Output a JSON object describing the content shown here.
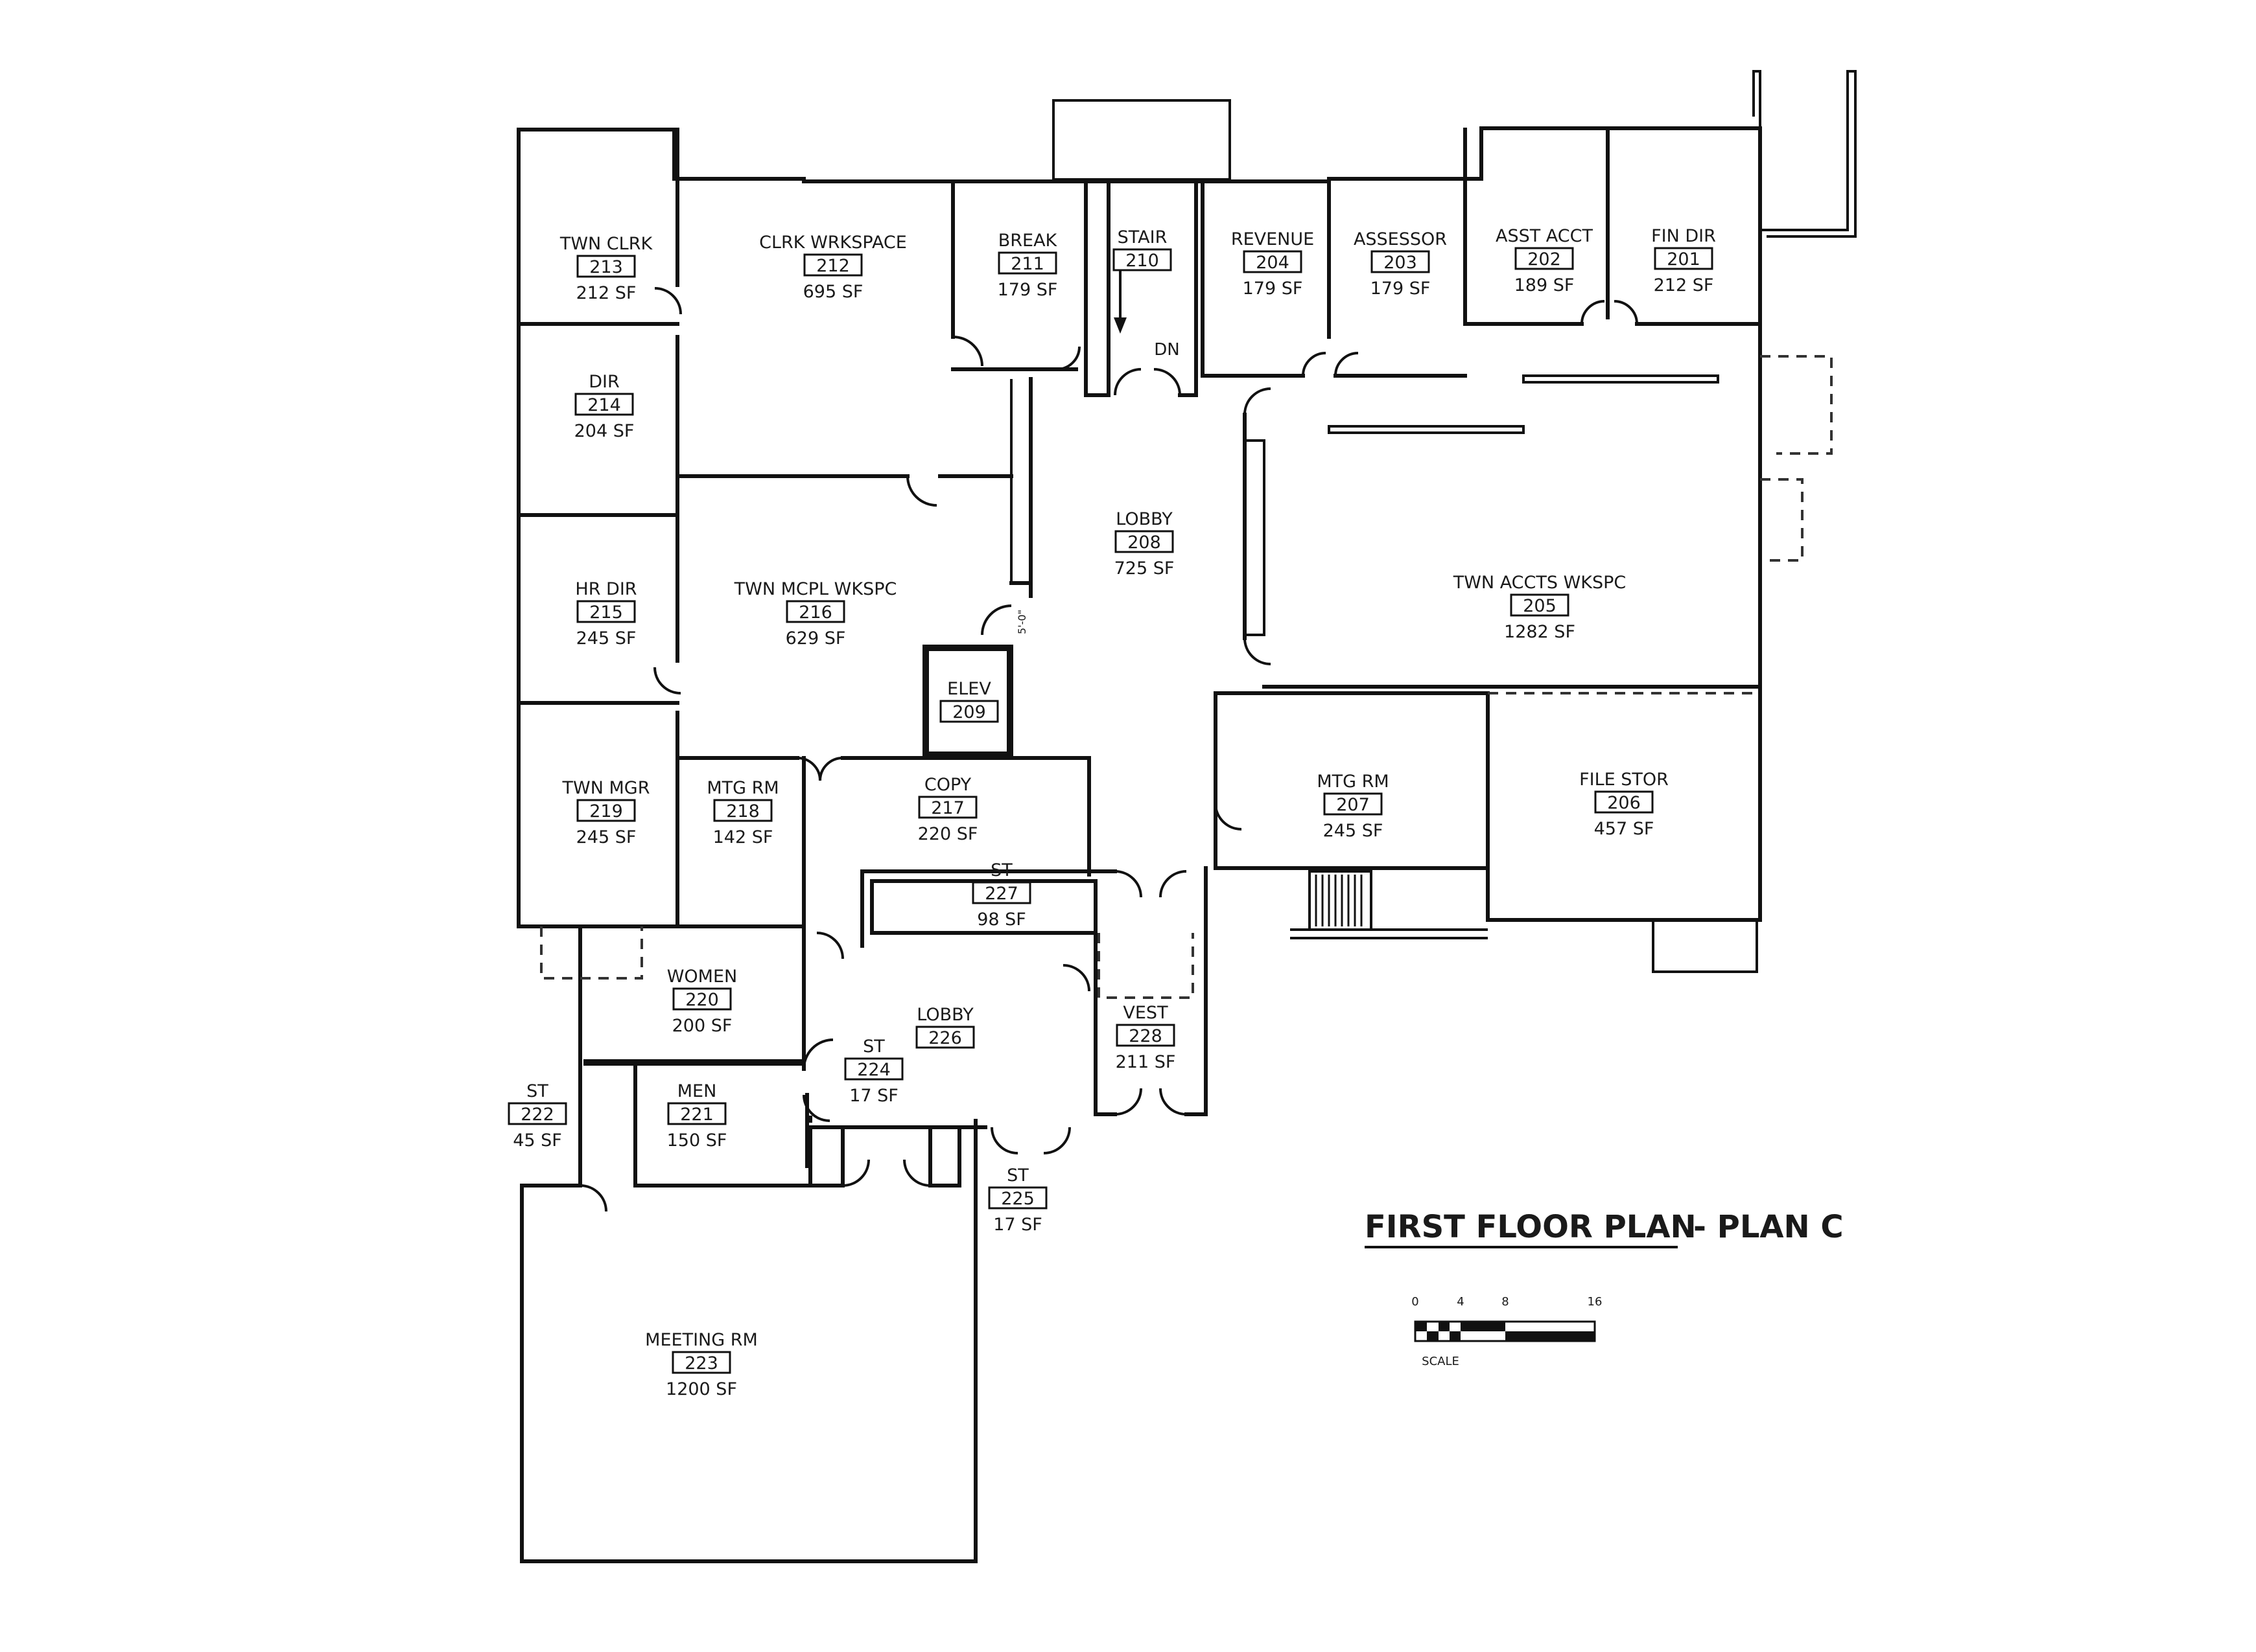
{
  "title": "FIRST FLOOR PLAN",
  "subtitle": "- PLAN C",
  "scale": {
    "label": "SCALE",
    "ticks": [
      "0",
      "4",
      "8",
      "16"
    ]
  },
  "dimension_note": "5'-0\"",
  "stair_dn": "DN",
  "rooms": [
    {
      "id": "213",
      "name": "TWN CLRK",
      "num": "213",
      "area": "212 SF"
    },
    {
      "id": "212",
      "name": "CLRK WRKSPACE",
      "num": "212",
      "area": "695 SF"
    },
    {
      "id": "211",
      "name": "BREAK",
      "num": "211",
      "area": "179 SF"
    },
    {
      "id": "210",
      "name": "STAIR",
      "num": "210",
      "area": ""
    },
    {
      "id": "204",
      "name": "REVENUE",
      "num": "204",
      "area": "179 SF"
    },
    {
      "id": "203",
      "name": "ASSESSOR",
      "num": "203",
      "area": "179 SF"
    },
    {
      "id": "202",
      "name": "ASST ACCT",
      "num": "202",
      "area": "189 SF"
    },
    {
      "id": "201",
      "name": "FIN DIR",
      "num": "201",
      "area": "212 SF"
    },
    {
      "id": "214",
      "name": "DIR",
      "num": "214",
      "area": "204 SF"
    },
    {
      "id": "208",
      "name": "LOBBY",
      "num": "208",
      "area": "725 SF"
    },
    {
      "id": "215",
      "name": "HR DIR",
      "num": "215",
      "area": "245 SF"
    },
    {
      "id": "216",
      "name": "TWN MCPL WKSPC",
      "num": "216",
      "area": "629 SF"
    },
    {
      "id": "205",
      "name": "TWN ACCTS WKSPC",
      "num": "205",
      "area": "1282 SF"
    },
    {
      "id": "209",
      "name": "ELEV",
      "num": "209",
      "area": ""
    },
    {
      "id": "219",
      "name": "TWN MGR",
      "num": "219",
      "area": "245 SF"
    },
    {
      "id": "218",
      "name": "MTG RM",
      "num": "218",
      "area": "142 SF"
    },
    {
      "id": "217",
      "name": "COPY",
      "num": "217",
      "area": "220 SF"
    },
    {
      "id": "207",
      "name": "MTG RM",
      "num": "207",
      "area": "245 SF"
    },
    {
      "id": "206",
      "name": "FILE STOR",
      "num": "206",
      "area": "457 SF"
    },
    {
      "id": "227",
      "name": "ST",
      "num": "227",
      "area": "98 SF"
    },
    {
      "id": "220",
      "name": "WOMEN",
      "num": "220",
      "area": "200 SF"
    },
    {
      "id": "226",
      "name": "LOBBY",
      "num": "226",
      "area": ""
    },
    {
      "id": "228",
      "name": "VEST",
      "num": "228",
      "area": "211 SF"
    },
    {
      "id": "224",
      "name": "ST",
      "num": "224",
      "area": "17 SF"
    },
    {
      "id": "222",
      "name": "ST",
      "num": "222",
      "area": "45 SF"
    },
    {
      "id": "221",
      "name": "MEN",
      "num": "221",
      "area": "150 SF"
    },
    {
      "id": "225",
      "name": "ST",
      "num": "225",
      "area": "17 SF"
    },
    {
      "id": "223",
      "name": "MEETING RM",
      "num": "223",
      "area": "1200 SF"
    }
  ]
}
